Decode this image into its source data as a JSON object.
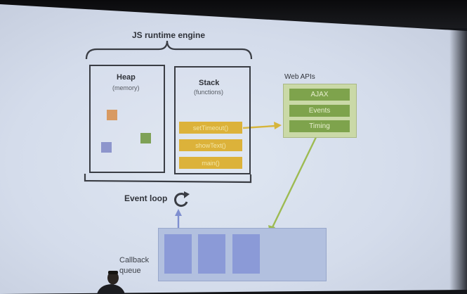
{
  "slide": {
    "runtime_title": "JS runtime engine",
    "heap": {
      "title": "Heap",
      "subtitle": "(memory)"
    },
    "stack": {
      "title": "Stack",
      "subtitle": "(functions)",
      "frames": [
        "setTimeout()",
        "showText()",
        "main()"
      ]
    },
    "web_apis": {
      "title": "Web APIs",
      "items": [
        "AJAX",
        "Events",
        "Timing"
      ]
    },
    "event_loop_label": "Event loop",
    "callback_queue_label": "Callback queue"
  },
  "colors": {
    "frame": "#dcb23a",
    "api": "#7ea34c",
    "api_panel": "#cad9a7",
    "queue_panel": "#b2c0df",
    "queue_cell": "#8b9ad7",
    "arrow_yellow": "#d6b53c",
    "arrow_green": "#9dbb52",
    "arrow_blue": "#7f8fd0"
  }
}
